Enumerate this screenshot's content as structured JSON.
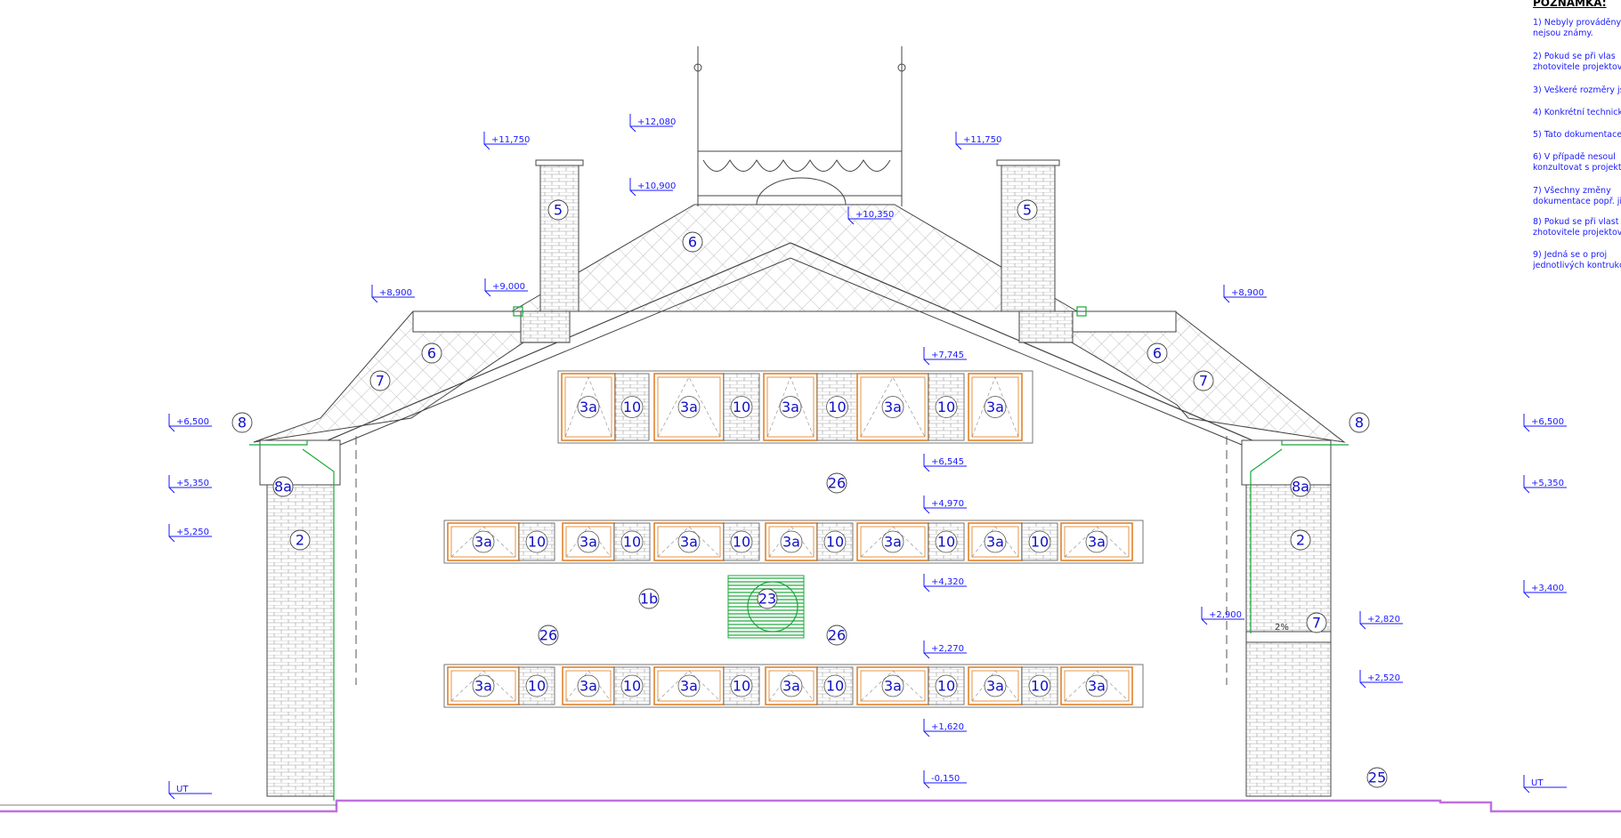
{
  "notes": {
    "title": "POZNÁMKA:",
    "items": [
      "1) Nebyly prováděny",
      "nejsou známy.",
      "2) Pokud se při vlas",
      "zhotovitele projektov",
      "3) Veškeré rozměry js",
      "4) Konkrétní technick",
      "5) Tato dokumentace",
      "6) V případě nesoul",
      "konzultovat s projekt",
      "7) Všechny změny",
      "dokumentace popř. ji",
      "8) Pokud se při vlast",
      "zhotovitele projektov",
      "9) Jedná se o proj",
      "jednotlivých kontrukc"
    ]
  },
  "levels": {
    "l11750a": "+11,750",
    "l12080": "+12,080",
    "l10900": "+10,900",
    "l11750b": "+11,750",
    "l10350": "+10,350",
    "l9000": "+9,000",
    "l8900a": "+8,900",
    "l8900b": "+8,900",
    "l7745": "+7,745",
    "l6545": "+6,545",
    "l6500a": "+6,500",
    "l6500b": "+6,500",
    "l5350a": "+5,350",
    "l5350b": "+5,350",
    "l5250": "+5,250",
    "l4970": "+4,970",
    "l4320": "+4,320",
    "l3400": "+3,400",
    "l2900": "+2,900",
    "l2820": "+2,820",
    "l2520": "+2,520",
    "l2270": "+2,270",
    "l1620": "+1,620",
    "l0150": "-0,150",
    "utl": "UT",
    "utr": "UT"
  },
  "marks": {
    "m5a": "5",
    "m5b": "5",
    "m6a": "6",
    "m6b": "6",
    "m6c": "6",
    "m7a": "7",
    "m7b": "7",
    "m7c": "7",
    "m8a": "8",
    "m8b": "8",
    "m8aa": "8a",
    "m8ab": "8a",
    "m2a": "2",
    "m2b": "2",
    "m26a": "26",
    "m26b": "26",
    "m26c": "26",
    "m1b": "1b",
    "m23": "23",
    "m25": "25",
    "win": "3a",
    "pier": "10"
  },
  "slope": "2%",
  "colors": {
    "annotation": "#1a1aff",
    "window": "#e07a1a",
    "gutter": "#19a83a",
    "ground": "#c070e0"
  }
}
